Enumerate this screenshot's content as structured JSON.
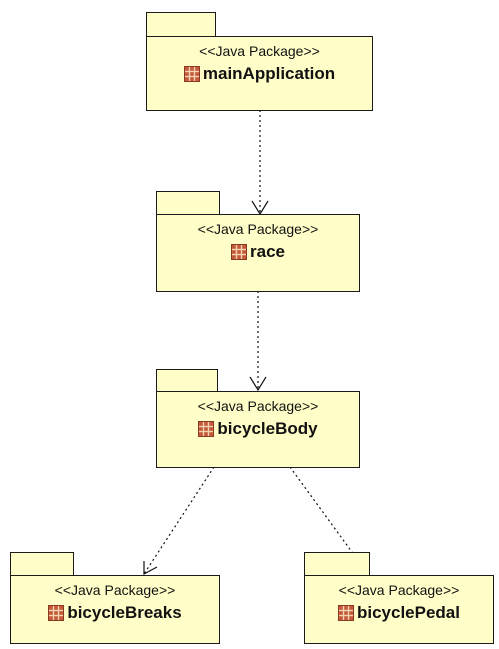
{
  "diagram": {
    "stereotype": "<<Java Package>>",
    "packages": [
      {
        "id": "mainApplication",
        "name": "mainApplication"
      },
      {
        "id": "race",
        "name": "race"
      },
      {
        "id": "bicycleBody",
        "name": "bicycleBody"
      },
      {
        "id": "bicycleBreaks",
        "name": "bicycleBreaks"
      },
      {
        "id": "bicyclePedal",
        "name": "bicyclePedal"
      }
    ],
    "dependencies": [
      {
        "from": "mainApplication",
        "to": "race"
      },
      {
        "from": "race",
        "to": "bicycleBody"
      },
      {
        "from": "bicycleBody",
        "to": "bicycleBreaks"
      },
      {
        "from": "bicycleBody",
        "to": "bicyclePedal"
      }
    ],
    "colors": {
      "package_fill": "#fffec8",
      "border": "#1a1a1a",
      "icon_fill": "#c45a3a",
      "icon_grid": "#f3d2b0"
    }
  }
}
